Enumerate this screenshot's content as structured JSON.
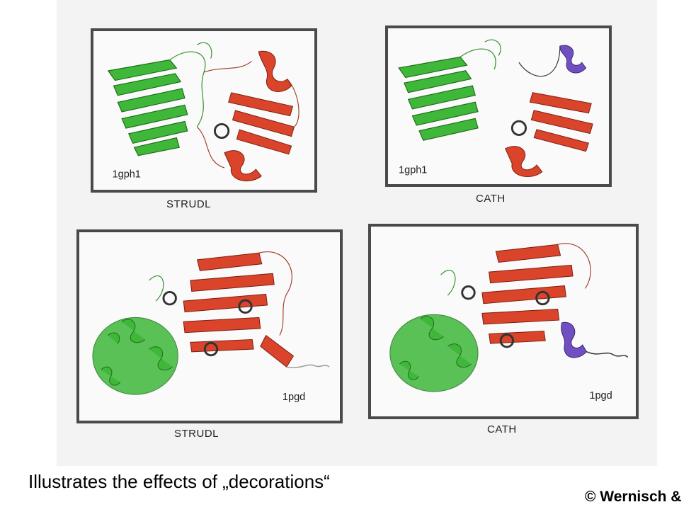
{
  "figure": {
    "panels": [
      {
        "structure_id": "1gph1",
        "method": "STRUDL"
      },
      {
        "structure_id": "1gph1",
        "method": "CATH"
      },
      {
        "structure_id": "1pgd",
        "method": "STRUDL"
      },
      {
        "structure_id": "1pgd",
        "method": "CATH"
      }
    ],
    "colors": {
      "domain_green": "#3fb83a",
      "domain_red": "#d9442b",
      "domain_purple": "#7050c0",
      "loop_dark": "#333333"
    }
  },
  "caption": "Illustrates the effects of „decorations“",
  "credit": "© Wernisch &"
}
